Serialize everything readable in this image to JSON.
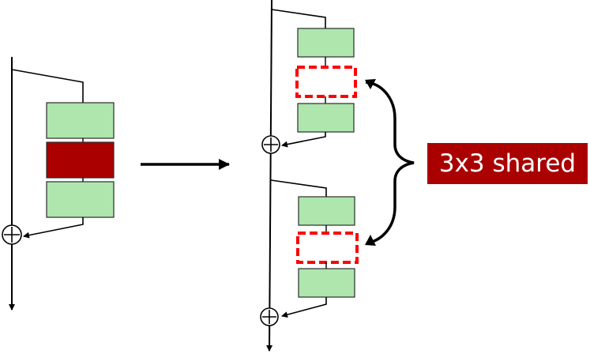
{
  "label": {
    "text": "3x3 shared",
    "background": "#aa0000",
    "text_color": "#ffffff"
  },
  "colors": {
    "conv_block": "#aee6ae",
    "conv_block_border": "#2b2b2b",
    "shared_block": "#aa0000",
    "shared_outline": "#ff0000",
    "line": "#000000"
  },
  "icons": {
    "adder": "circled-plus",
    "arrow": "right-arrow",
    "brace": "curly-brace"
  }
}
